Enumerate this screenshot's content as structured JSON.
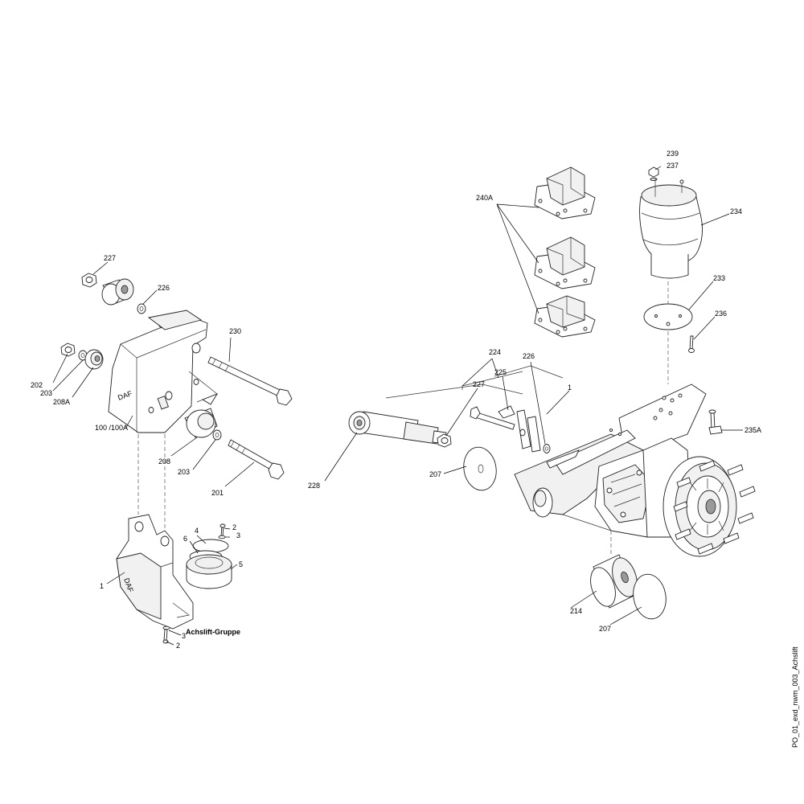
{
  "title": "Achslift-Gruppe",
  "drawing_id": "PO_01_exd_nwm_003_Achslift",
  "brand_mark": "DAF",
  "callouts": [
    {
      "id": "c227a",
      "text": "227"
    },
    {
      "id": "c226a",
      "text": "226"
    },
    {
      "id": "c230",
      "text": "230"
    },
    {
      "id": "c202",
      "text": "202"
    },
    {
      "id": "c203a",
      "text": "203"
    },
    {
      "id": "c208a",
      "text": "208A"
    },
    {
      "id": "c100",
      "text": "100 /100A"
    },
    {
      "id": "c208",
      "text": "208"
    },
    {
      "id": "c203b",
      "text": "203"
    },
    {
      "id": "c201",
      "text": "201"
    },
    {
      "id": "c2a",
      "text": "2"
    },
    {
      "id": "c3a",
      "text": "3"
    },
    {
      "id": "c4",
      "text": "4"
    },
    {
      "id": "c6",
      "text": "6"
    },
    {
      "id": "c5",
      "text": "5"
    },
    {
      "id": "c1a",
      "text": "1"
    },
    {
      "id": "c3b",
      "text": "3"
    },
    {
      "id": "c2b",
      "text": "2"
    },
    {
      "id": "c239",
      "text": "239"
    },
    {
      "id": "c237",
      "text": "237"
    },
    {
      "id": "c240a",
      "text": "240A"
    },
    {
      "id": "c234",
      "text": "234"
    },
    {
      "id": "c233",
      "text": "233"
    },
    {
      "id": "c236",
      "text": "236"
    },
    {
      "id": "c224",
      "text": "224"
    },
    {
      "id": "c226b",
      "text": "226"
    },
    {
      "id": "c225",
      "text": "225"
    },
    {
      "id": "c227b",
      "text": "227"
    },
    {
      "id": "c1b",
      "text": "1"
    },
    {
      "id": "c235a",
      "text": "235A"
    },
    {
      "id": "c228",
      "text": "228"
    },
    {
      "id": "c207a",
      "text": "207"
    },
    {
      "id": "c214",
      "text": "214"
    },
    {
      "id": "c207b",
      "text": "207"
    }
  ]
}
